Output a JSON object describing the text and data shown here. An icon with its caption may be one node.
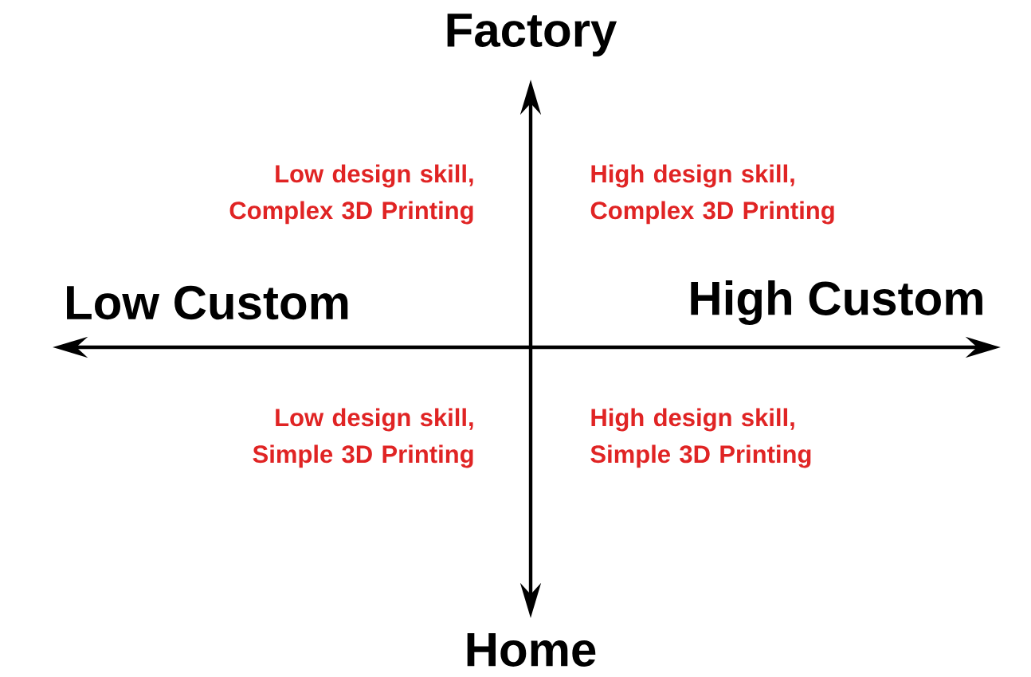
{
  "diagram": {
    "labels": [
      "Factory",
      "Low design skill, Complex 3D Printing",
      "High design skill, Complex 3D Printing",
      "Low Custom",
      "High Custom",
      "Low design skill, Simple 3D Printing",
      "High design skill, Simple 3D Printing",
      "Home"
    ]
  }
}
